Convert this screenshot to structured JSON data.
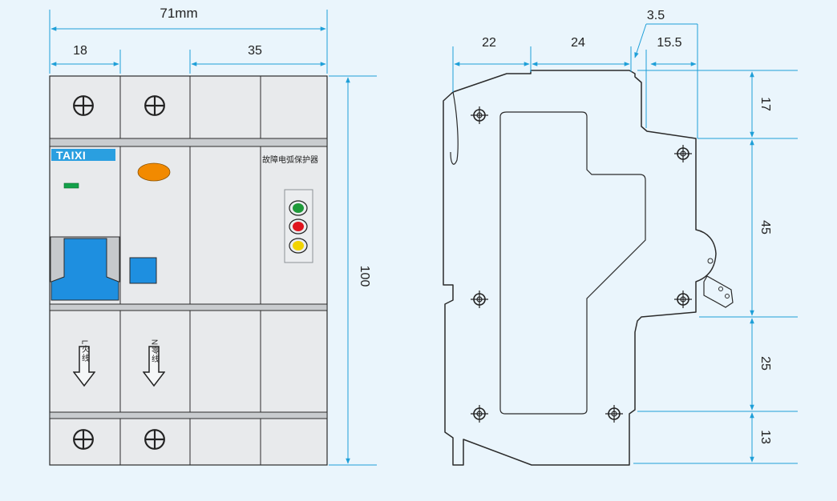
{
  "colors": {
    "background": "#eaf5fc",
    "dimension_line": "#1e9fd8",
    "body_fill": "#e8eaec",
    "outline": "#2b2b2b",
    "brand_bg": "#2a9fe0",
    "handle_blue": "#1e8fe0",
    "indicator_green_led": "#12a14a",
    "lamp_orange": "#f28a00",
    "lamp_green": "#1e9a3a",
    "lamp_red": "#e0141e",
    "lamp_yellow": "#f2d400"
  },
  "front_view": {
    "brand": "TAIXI",
    "product_name": "故障电弧保护器",
    "live_label": "L火线",
    "neutral_label": "N零线",
    "terminal_icon": "terminal-screw-icon",
    "dimensions": {
      "total_width": "71mm",
      "pole_width": "18",
      "right_width": "35",
      "height": "100"
    }
  },
  "side_view": {
    "mounting_icon": "mounting-hole-icon",
    "dimensions": {
      "width_a": "22",
      "width_b": "24",
      "width_c": "3.5",
      "width_d": "15.5",
      "height_a": "17",
      "height_b": "45",
      "height_c": "25",
      "height_d": "13"
    }
  }
}
